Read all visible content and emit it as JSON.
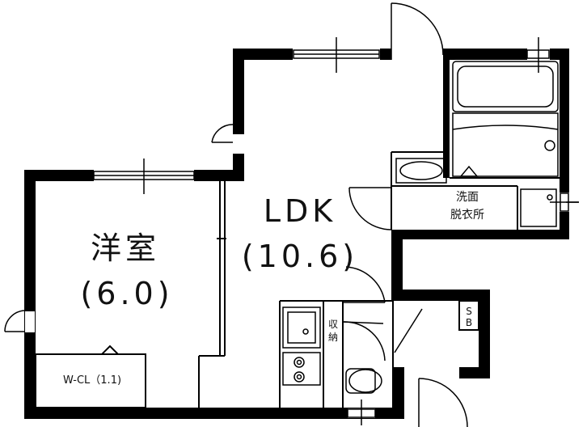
{
  "rooms": {
    "ldk": {
      "name": "LDK",
      "size": "(10.6)"
    },
    "western": {
      "name": "洋室",
      "size": "(6.0)"
    },
    "wcl": {
      "label": "W-CL（1.1)"
    },
    "washroom": {
      "line1": "洗面",
      "line2": "脱衣所"
    },
    "storage": {
      "line1": "収",
      "line2": "納"
    },
    "shoebox": {
      "line1": "S",
      "line2": "B"
    }
  }
}
